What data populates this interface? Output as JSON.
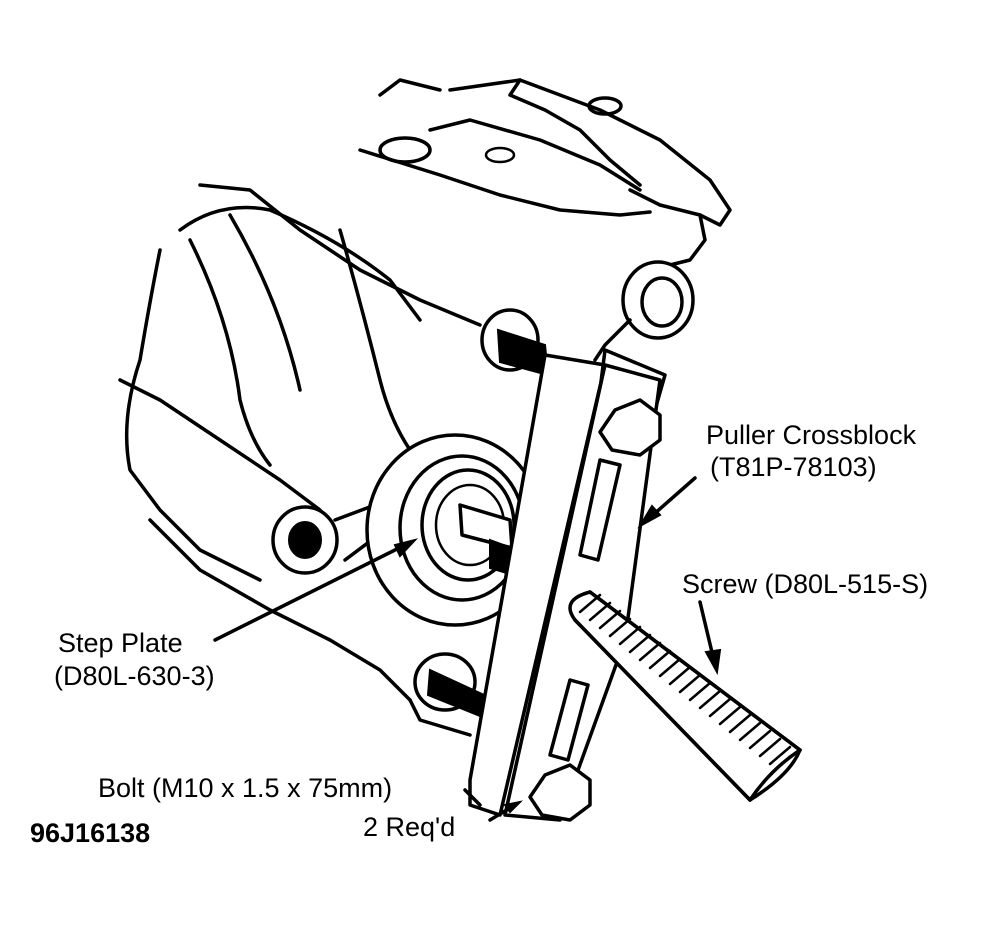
{
  "figure": {
    "figure_id": "96J16138",
    "callouts": [
      {
        "key": "puller_crossblock",
        "line1": "Puller Crossblock",
        "line2": "(T81P-78103)"
      },
      {
        "key": "screw",
        "line1": "Screw (D80L-515-S)"
      },
      {
        "key": "step_plate",
        "line1": "Step Plate",
        "line2": "(D80L-630-3)"
      },
      {
        "key": "bolt",
        "line1": "Bolt (M10 x 1.5 x 75mm)",
        "line2": "2 Req'd"
      }
    ]
  }
}
